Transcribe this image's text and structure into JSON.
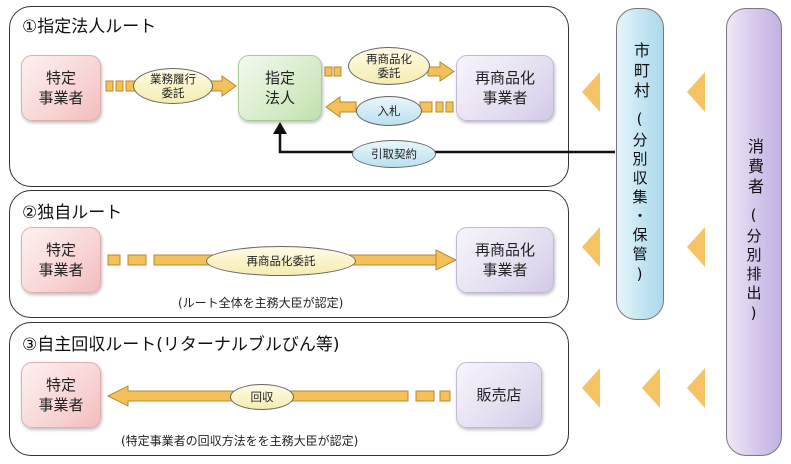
{
  "routes": {
    "route1": {
      "title": "①指定法人ルート",
      "producer": "特定\n事業者",
      "designated": "指定\n法人",
      "recycler": "再商品化\n事業者",
      "label_business": "業務履行\n委託",
      "label_recycle": "再商品化\n委託",
      "label_bid": "入札",
      "label_contract": "引取契約"
    },
    "route2": {
      "title": "②独自ルート",
      "producer": "特定\n事業者",
      "recycler": "再商品化\n事業者",
      "label_recycle": "再商品化委託",
      "note": "(ルート全体を主務大臣が認定)"
    },
    "route3": {
      "title": "③自主回収ルート(リターナルブルびん等)",
      "producer": "特定\n事業者",
      "store": "販売店",
      "label_collect": "回収",
      "note": "(特定事業者の回収方法をを主務大臣が認定)"
    }
  },
  "municipality": {
    "name": "市町村",
    "sub": "(分別収集・保管)"
  },
  "consumer": {
    "name": "消費者",
    "sub": "(分別排出)"
  },
  "colors": {
    "arrow_fill": "#f4c05a",
    "arrow_stroke": "#b98a2c",
    "chevron": "#f5c363",
    "producer_fill": "#f8d4d4",
    "designated_fill": "#d6ecc8",
    "recycler_fill": "#e4def0",
    "municipality_fill": "#bfe3f0",
    "consumer_fill": "#cbbbe3"
  }
}
